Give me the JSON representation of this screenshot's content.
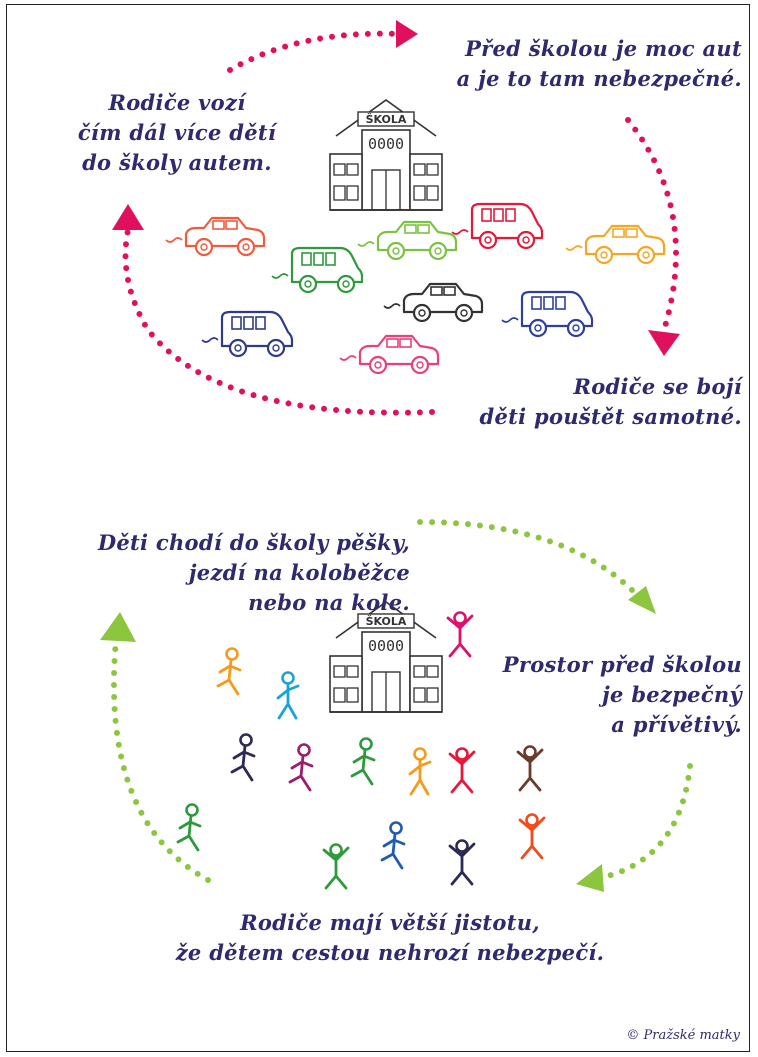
{
  "top_cycle": {
    "label_left": [
      "Rodiče vozí",
      "čím dál více dětí",
      "do školy autem."
    ],
    "label_right": [
      "Před školou je moc aut",
      "a je to tam nebezpečné."
    ],
    "label_bottom": [
      "Rodiče se bojí",
      "děti pouštět samotné."
    ],
    "school_sign": "ŠKOLA",
    "school_windows": "0000",
    "arrow_color": "#e0105f",
    "car_colors": [
      "#f25a3c",
      "#2e9a3c",
      "#7bc142",
      "#e8173a",
      "#f5a623",
      "#333333",
      "#2f3f9e",
      "#2e3a8a",
      "#e8407a"
    ]
  },
  "bottom_cycle": {
    "label_top": [
      "Děti chodí do školy pěšky,",
      "jezdí na koloběžce",
      "nebo na kole."
    ],
    "label_right": [
      "Prostor před školou",
      "je bezpečný",
      "a přívětivý."
    ],
    "label_bottom": [
      "Rodiče mají větší jistotu,",
      "že dětem cestou nehrozí nebezpečí."
    ],
    "school_sign": "ŠKOLA",
    "school_windows": "0000",
    "arrow_color": "#8cc63f",
    "figure_colors": [
      "#f59a1b",
      "#1aa4d6",
      "#e0106a",
      "#2a2a55",
      "#9a1e6e",
      "#2e9a3c",
      "#f59a1b",
      "#e8173a",
      "#6b3a2a",
      "#2e9a3c",
      "#2e9a3c",
      "#1f5bb5",
      "#2a2a55",
      "#f24a1c"
    ]
  },
  "credit": "© Pražské matky"
}
